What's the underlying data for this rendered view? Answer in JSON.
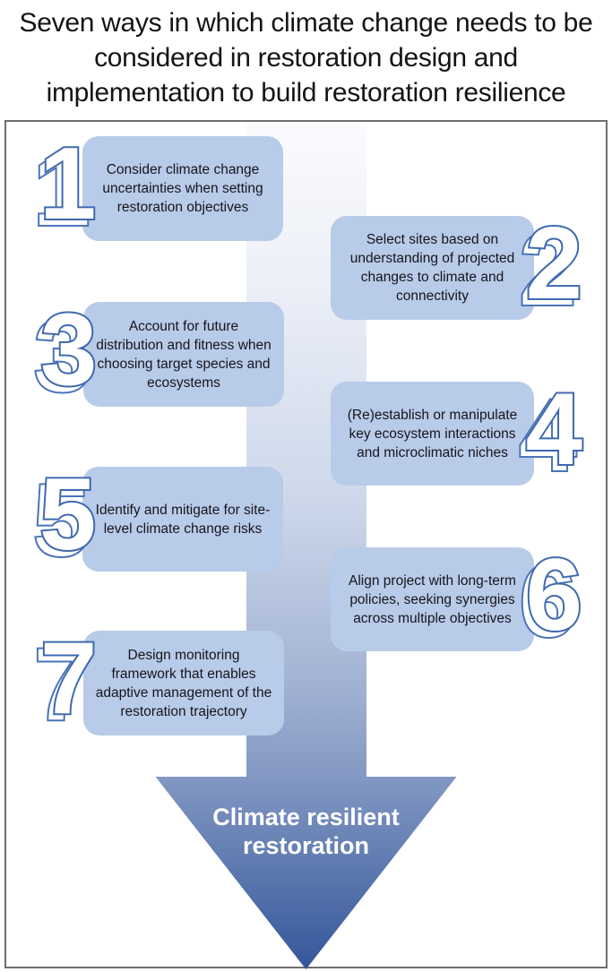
{
  "title": "Seven ways in which climate change needs to be considered in restoration design and implementation to build restoration resilience",
  "arrow": {
    "label": "Climate resilient restoration"
  },
  "steps": [
    {
      "number": "1",
      "side": "left",
      "text": "Consider climate change uncertainties when setting restoration objectives"
    },
    {
      "number": "2",
      "side": "right",
      "text": "Select sites based on understanding of projected changes to climate and connectivity"
    },
    {
      "number": "3",
      "side": "left",
      "text": "Account for future distribution and fitness when choosing target species and ecosystems"
    },
    {
      "number": "4",
      "side": "right",
      "text": "(Re)establish or manipulate key ecosystem interactions and microclimatic niches"
    },
    {
      "number": "5",
      "side": "left",
      "text": "Identify and mitigate for site-level climate change risks"
    },
    {
      "number": "6",
      "side": "right",
      "text": "Align project with long-term policies, seeking synergies across multiple objectives"
    },
    {
      "number": "7",
      "side": "left",
      "text": "Design monitoring framework that enables adaptive management of the restoration trajectory"
    }
  ],
  "colors": {
    "box_fill": "#b8cbe8",
    "number_stroke": "#3e69ae",
    "arrow_gradient_top": "#fafbfd",
    "arrow_gradient_bottom": "#34569b",
    "panel_border": "#6e6e6e",
    "title_text": "#141414",
    "box_text": "#15151d",
    "arrow_label_text": "#ffffff"
  }
}
